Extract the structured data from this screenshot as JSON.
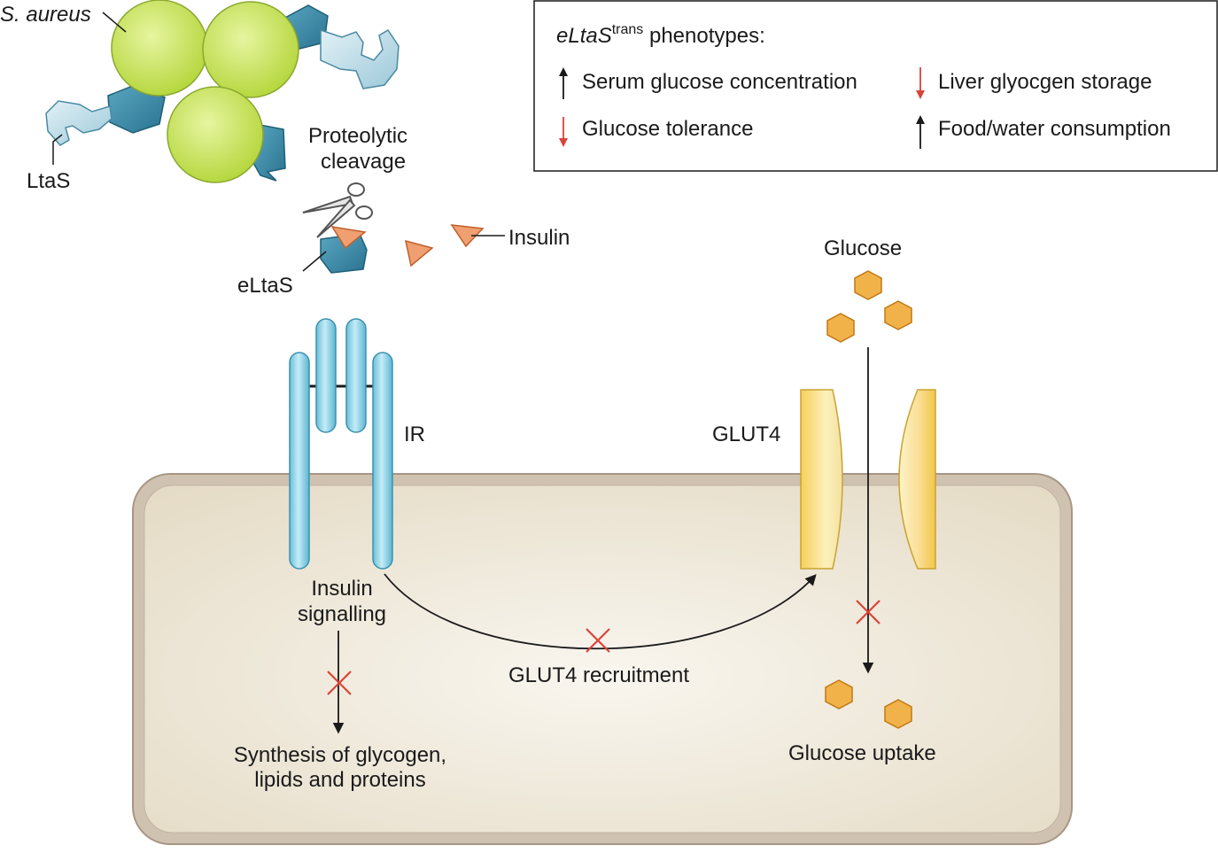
{
  "labels": {
    "s_aureus": "S. aureus",
    "ltas": "LtaS",
    "proteolytic": "Proteolytic",
    "cleavage": "cleavage",
    "eltas": "eLtaS",
    "insulin": "Insulin",
    "glucose": "Glucose",
    "ir": "IR",
    "glut4": "GLUT4",
    "insulin_signalling_1": "Insulin",
    "insulin_signalling_2": "signalling",
    "glut4_recruitment": "GLUT4 recruitment",
    "synthesis_1": "Synthesis of glycogen,",
    "synthesis_2": "lipids and proteins",
    "glucose_uptake": "Glucose uptake"
  },
  "legend": {
    "title_italic": "eLtaS",
    "title_superscript": "trans",
    "title_rest": " phenotypes:",
    "items": [
      {
        "text": "Serum glucose concentration",
        "direction": "up",
        "color": "#1a1a1a"
      },
      {
        "text": "Liver glyocgen storage",
        "direction": "down",
        "color": "#d9443a"
      },
      {
        "text": "Glucose tolerance",
        "direction": "down",
        "color": "#d9443a"
      },
      {
        "text": "Food/water consumption",
        "direction": "up",
        "color": "#1a1a1a"
      }
    ]
  },
  "colors": {
    "bacteria_fill": "#c6e25a",
    "ltas_dark": "#3d8aa5",
    "ltas_light": "#c3dfe9",
    "insulin": "#f0a070",
    "glucose": "#f2b24a",
    "receptor": "#8fd0e4",
    "glut4": "#f8dc80",
    "cell_fill": "#ece4d2",
    "cell_border": "#b8a898",
    "inhibition": "#d9443a"
  }
}
